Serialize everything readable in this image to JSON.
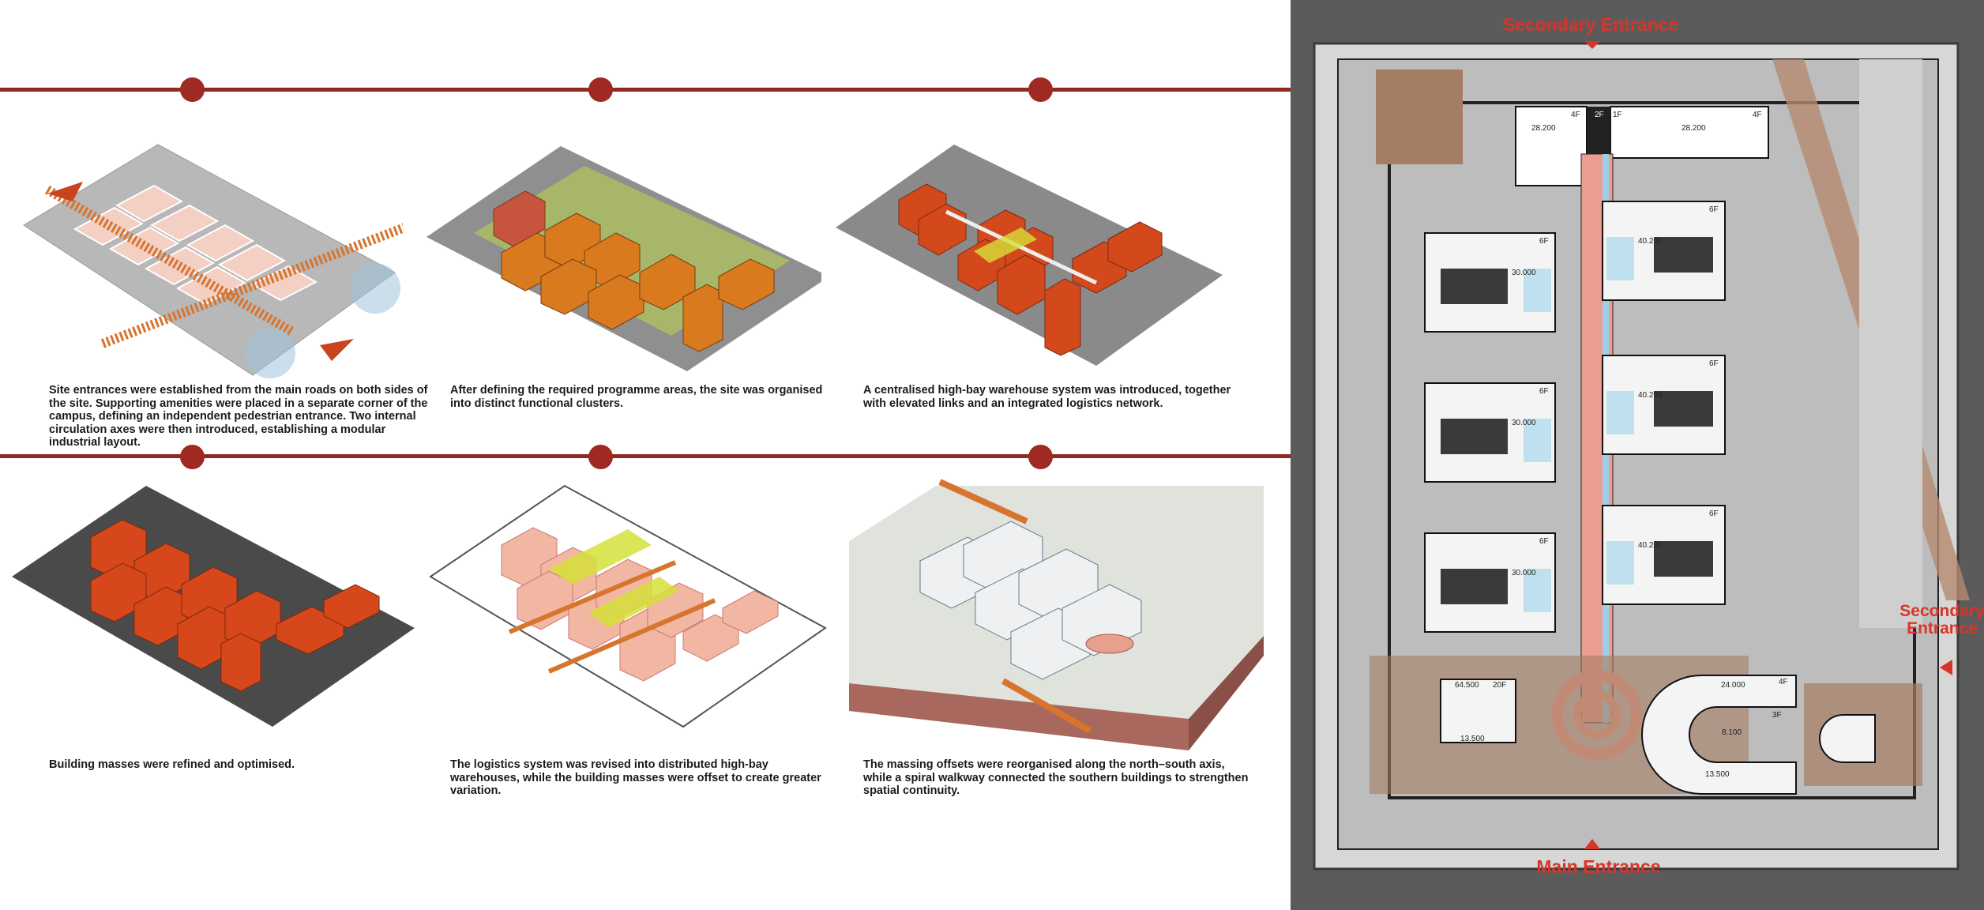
{
  "captions": {
    "step1": "Site entrances were established from the main roads on both sides of the site. Supporting amenities were placed in a separate corner of the campus, defining an independent pedestrian entrance. Two internal circulation axes were then introduced, establishing a modular industrial layout.",
    "step2": "After defining the required programme areas, the site was organised into distinct functional clusters.",
    "step3": "A centralised high-bay warehouse system was introduced, together with elevated links and an integrated logistics network.",
    "step4": "Building masses were refined and optimised.",
    "step5": " The logistics system was revised into distributed high-bay warehouses, while the building masses were offset to create greater variation.",
    "step6": "The massing offsets were reorganised along the north–south axis, while a spiral walkway connected the southern buildings to strengthen spatial continuity."
  },
  "plan": {
    "labels": {
      "secondary_top": "Secondary Entrance",
      "secondary_right": "Secondary Entrance",
      "main": "Main Entrance"
    },
    "tags": {
      "t1": "4F",
      "t2": "2F",
      "t3": "1F",
      "t4": "4F",
      "e1": "28.200",
      "e2": "28.200",
      "b1": "6F",
      "b2": "6F",
      "b3": "6F",
      "b4": "6F",
      "b5": "6F",
      "b6": "6F",
      "h1": "30.000",
      "h2": "30.000",
      "h3": "30.000",
      "h4": "40.200",
      "h5": "40.200",
      "h6": "40.200",
      "s1": "20F",
      "s2": "64.500",
      "s3": "13.500",
      "c1": "4F",
      "c2": "24.000",
      "c3": "3F",
      "c4": "8.100",
      "c5": "13.500"
    }
  },
  "colors": {
    "accent": "#9e2a23",
    "mass": "#d4581e",
    "mass_light": "#f2b7a2",
    "highlight": "#d6e03a",
    "label": "#d8352a"
  }
}
